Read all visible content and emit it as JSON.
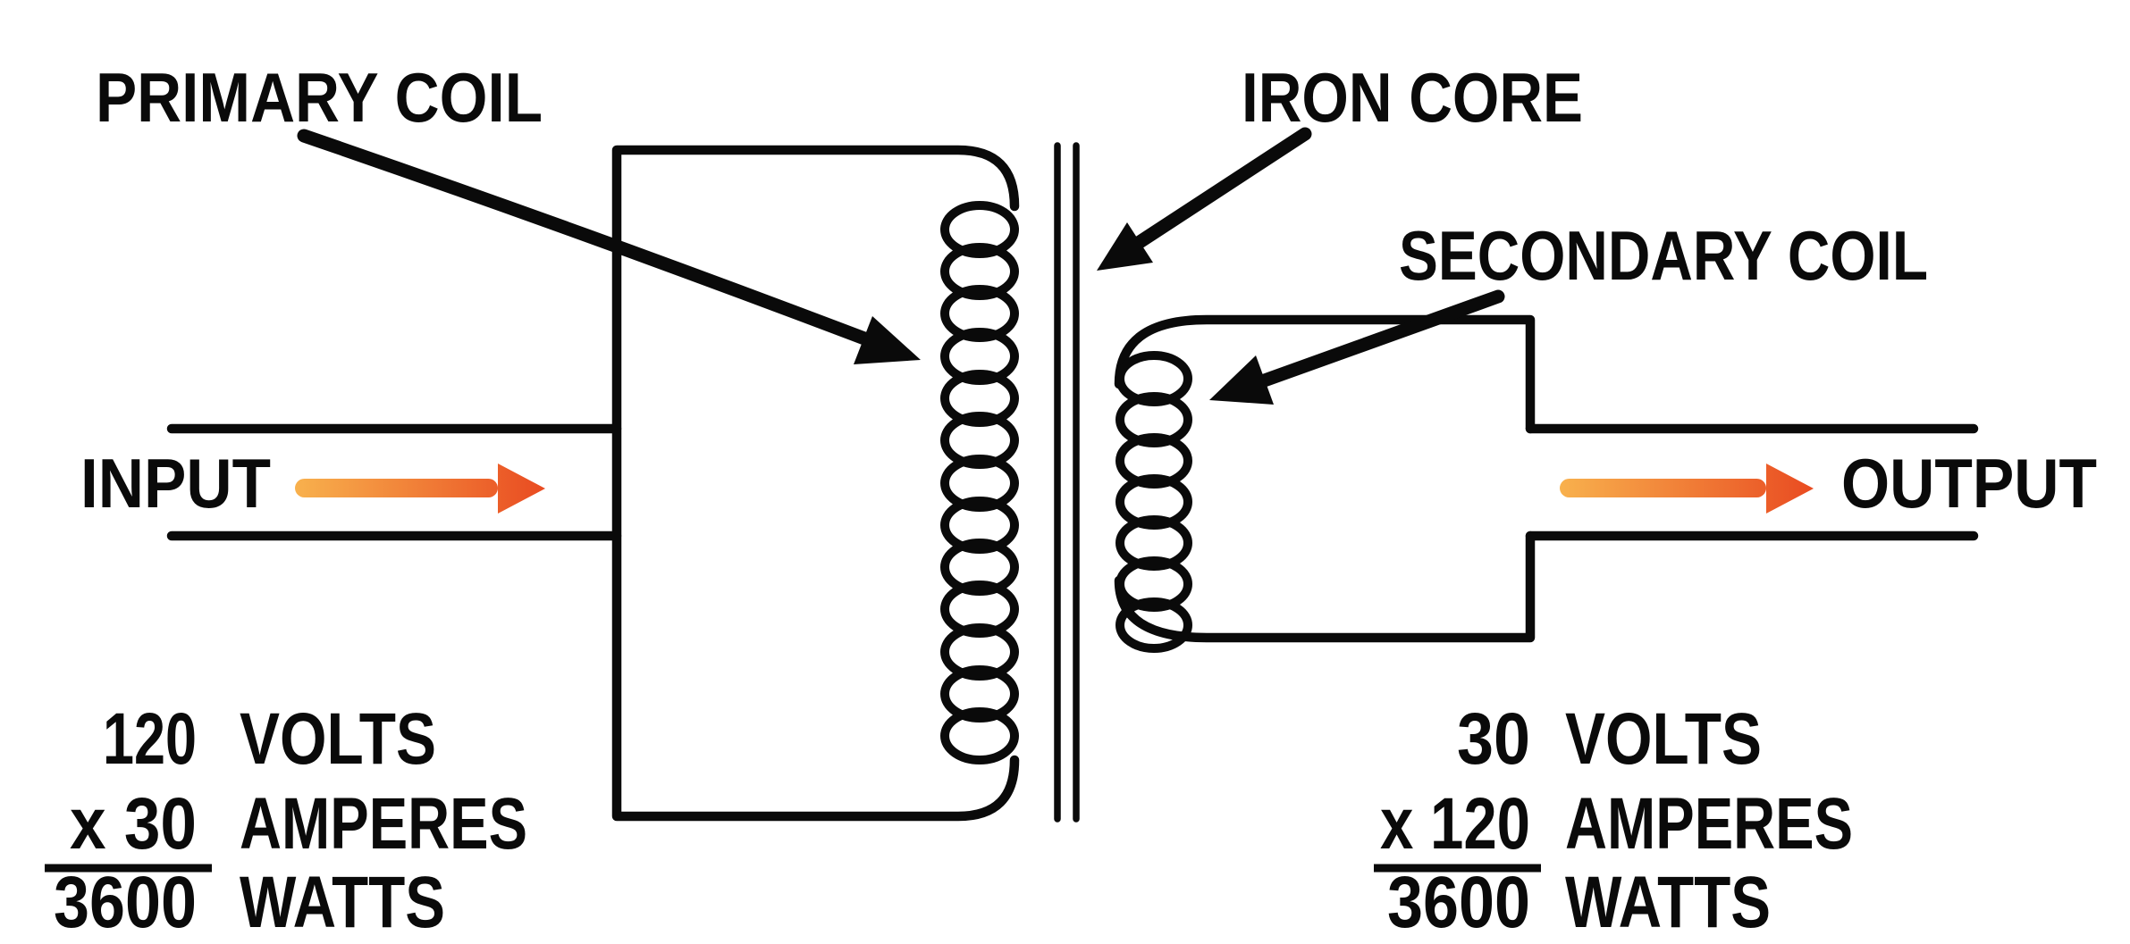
{
  "diagram": {
    "labels": {
      "primary_coil": "PRIMARY COIL",
      "iron_core": "IRON CORE",
      "secondary_coil": "SECONDARY COIL",
      "input": "INPUT",
      "output": "OUTPUT"
    },
    "input_calc": {
      "voltage_value": "120",
      "voltage_unit": "VOLTS",
      "current_value": "x 30",
      "current_unit": "AMPERES",
      "power_value": "3600",
      "power_unit": "WATTS"
    },
    "output_calc": {
      "voltage_value": "30",
      "voltage_unit": "VOLTS",
      "current_value": "x 120",
      "current_unit": "AMPERES",
      "power_value": "3600",
      "power_unit": "WATTS"
    },
    "colors": {
      "ink": "#0a0a0a",
      "background": "#ffffff",
      "flow_arrow_gradient_start": "#F8B14D",
      "flow_arrow_gradient_end": "#E94B21"
    }
  }
}
